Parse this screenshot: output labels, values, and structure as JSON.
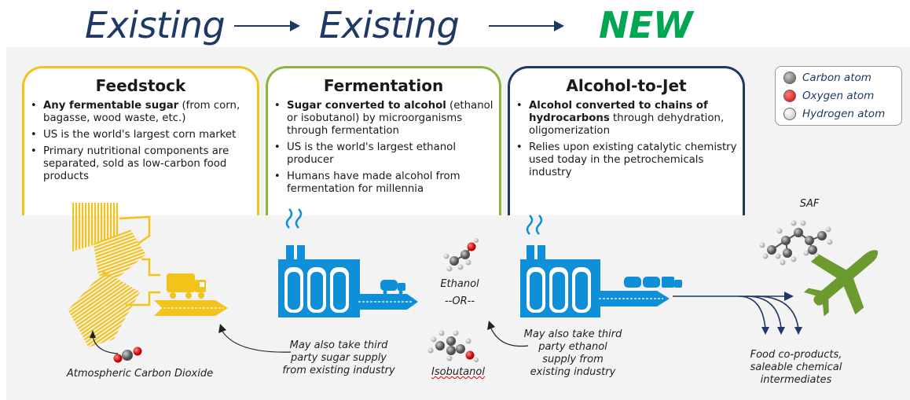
{
  "header": {
    "step1": "Existing",
    "step2": "Existing",
    "step3": "NEW"
  },
  "stages": [
    {
      "title": "Feedstock",
      "bullets": [
        {
          "bold": "Any fermentable sugar",
          "text": " (from corn, bagasse, wood waste, etc.)"
        },
        {
          "bold": "",
          "text": "US is the world's largest corn market"
        },
        {
          "bold": "",
          "text": "Primary nutritional components are separated, sold as low-carbon food products"
        }
      ]
    },
    {
      "title": "Fermentation",
      "bullets": [
        {
          "bold": "Sugar converted to alcohol",
          "text": " (ethanol or isobutanol) by microorganisms through fermentation"
        },
        {
          "bold": "",
          "text": "US is the world's largest ethanol producer"
        },
        {
          "bold": "",
          "text": "Humans have made alcohol from fermentation for millennia"
        }
      ]
    },
    {
      "title": "Alcohol-to-Jet",
      "bullets": [
        {
          "bold": "Alcohol converted to chains of hydrocarbons",
          "text": " through dehydration, oligomerization"
        },
        {
          "bold": "",
          "text": "Relies upon existing catalytic chemistry used today in the petrochemicals industry"
        }
      ]
    }
  ],
  "legend": {
    "carbon": "Carbon atom",
    "oxygen": "Oxygen atom",
    "hydrogen": "Hydrogen atom"
  },
  "labels": {
    "atmospheric_co2": "Atmospheric Carbon Dioxide",
    "third_party_sugar": "May also take third party sugar supply from existing industry",
    "ethanol": "Ethanol",
    "or": "--OR--",
    "isobutanol": "Isobutanol",
    "third_party_ethanol": "May also take third party ethanol supply from existing industry",
    "saf": "SAF",
    "co_products": "Food co-products, saleable chemical intermediates"
  },
  "colors": {
    "feedstock": "#f2c31b",
    "fermentation": "#8db53c",
    "alcohol_to_jet": "#1f3864",
    "factory": "#0f8fd8",
    "plane": "#6b9a2f",
    "header_text": "#1f3864",
    "new_text": "#00a651",
    "carbon": "#7a7a7a",
    "oxygen": "#e00000",
    "hydrogen": "#e6e6e6"
  }
}
